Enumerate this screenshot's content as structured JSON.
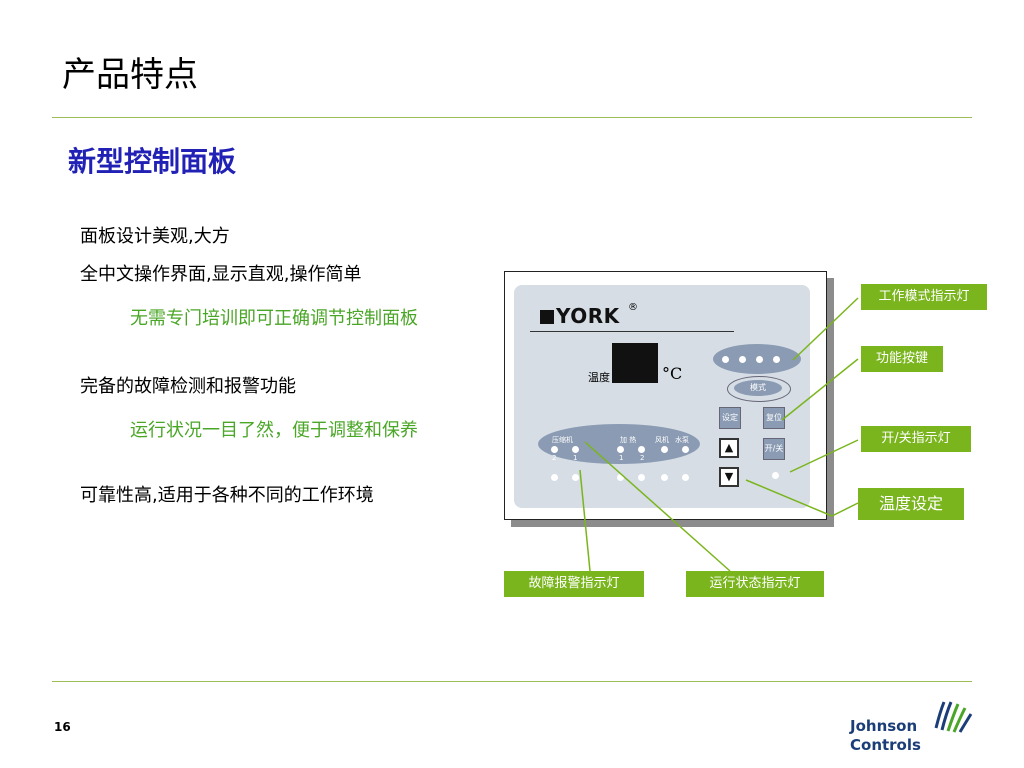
{
  "slide": {
    "title": "产品特点",
    "subtitle": "新型控制面板",
    "page_number": "16"
  },
  "bullets": [
    {
      "text": "面板设计美观,大方",
      "level": 1,
      "color": "#000000"
    },
    {
      "text": "全中文操作界面,显示直观,操作简单",
      "level": 1,
      "color": "#000000"
    },
    {
      "text": "无需专门培训即可正确调节控制面板",
      "level": 2,
      "color": "#4aa626"
    },
    {
      "text": "完备的故障检测和报警功能",
      "level": 1,
      "color": "#000000"
    },
    {
      "text": "运行状况一目了然，便于调整和保养",
      "level": 2,
      "color": "#4aa626"
    },
    {
      "text": "可靠性高,适用于各种不同的工作环境",
      "level": 1,
      "color": "#000000"
    }
  ],
  "panel": {
    "brand": "YORK",
    "registered": "®",
    "temperature_label": "温度",
    "unit": "°C",
    "mode_button": "模式",
    "set_key": "设定",
    "reset_key": "复位",
    "power_key": "开/关",
    "up_key": "▲",
    "down_key": "▼",
    "status_labels": {
      "compressor": "压缩机",
      "heating": "加 热",
      "fan": "风机",
      "pump": "水泵"
    },
    "status_numbers": [
      "2",
      "1",
      "1",
      "2"
    ]
  },
  "callouts": {
    "mode_indicator": "工作模式指示灯",
    "function_keys": "功能按键",
    "power_indicator": "开/关指示灯",
    "temperature_setting": "温度设定",
    "fault_indicator": "故障报警指示灯",
    "run_indicator": "运行状态指示灯"
  },
  "logo": {
    "line1": "Johnson",
    "line2": "Controls"
  },
  "colors": {
    "accent_green": "#7ab51d",
    "title_blue": "#2121b5",
    "rule_green": "#9cbd5a",
    "panel_face": "#d6dde5",
    "logo_blue": "#1c3e78"
  }
}
